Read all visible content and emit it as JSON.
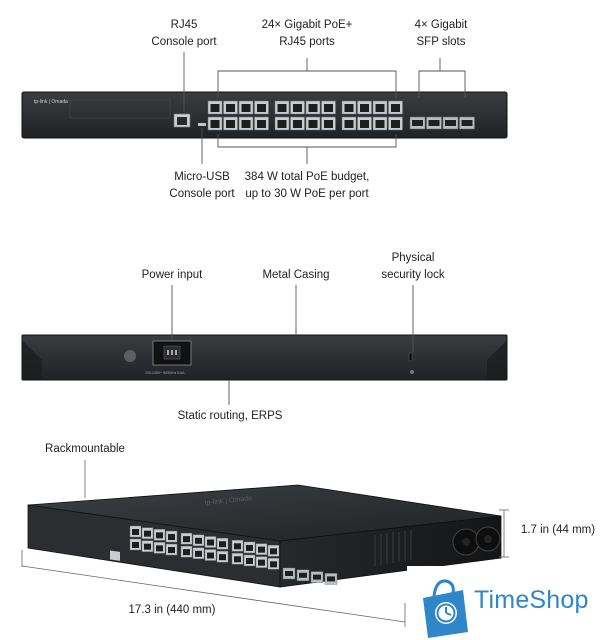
{
  "front_panel": {
    "callouts": {
      "rj45_console": [
        "RJ45",
        "Console port"
      ],
      "poe_ports": [
        "24× Gigabit PoE+",
        "RJ45 ports"
      ],
      "sfp_slots": [
        "4× Gigabit",
        "SFP slots"
      ],
      "micro_usb": [
        "Micro-USB",
        "Console port"
      ],
      "poe_budget": [
        "384 W total PoE budget,",
        "up to 30 W PoE per port"
      ]
    },
    "device_logo": "tp-link | Omada",
    "rj45_port_count": 24,
    "sfp_slot_count": 4
  },
  "rear_panel": {
    "callouts": {
      "power_input": "Power input",
      "metal_casing": "Metal Casing",
      "security_lock": [
        "Physical",
        "security lock"
      ],
      "static_routing": "Static routing, ERPS"
    },
    "power_rating": "100-240V~ 50/60Hz 0.6A"
  },
  "angle_view": {
    "callouts": {
      "rackmountable": "Rackmountable",
      "height": "1.7 in (44 mm)",
      "width": "17.3 in (440 mm)"
    },
    "device_logo": "tp-link | Omada"
  },
  "watermark": {
    "text": "TimeShop",
    "color": "#2f86c9",
    "icon": "shopping-bag-clock-icon"
  },
  "colors": {
    "device_body": "#2b2d30",
    "port_metal": "#c9ccd0",
    "callout_line": "#555555"
  }
}
